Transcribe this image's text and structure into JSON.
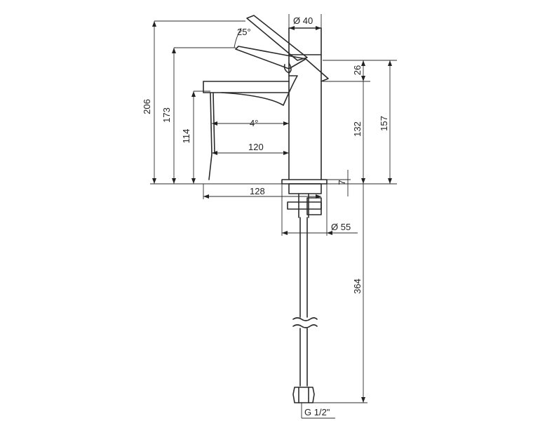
{
  "dimensions": {
    "spout_reach": "128",
    "spout_to_body": "120",
    "spout_tilt": "4°",
    "body_diameter": "Ø 40",
    "base_diameter": "Ø 55",
    "total_height": "206",
    "lever_height": "173",
    "spout_height": "114",
    "body_height": "132",
    "lever_top_offset": "26",
    "body_total_height": "157",
    "base_thickness": "7",
    "hose_length": "364",
    "lever_angle": "25°",
    "connection_thread": "G 1/2\""
  }
}
